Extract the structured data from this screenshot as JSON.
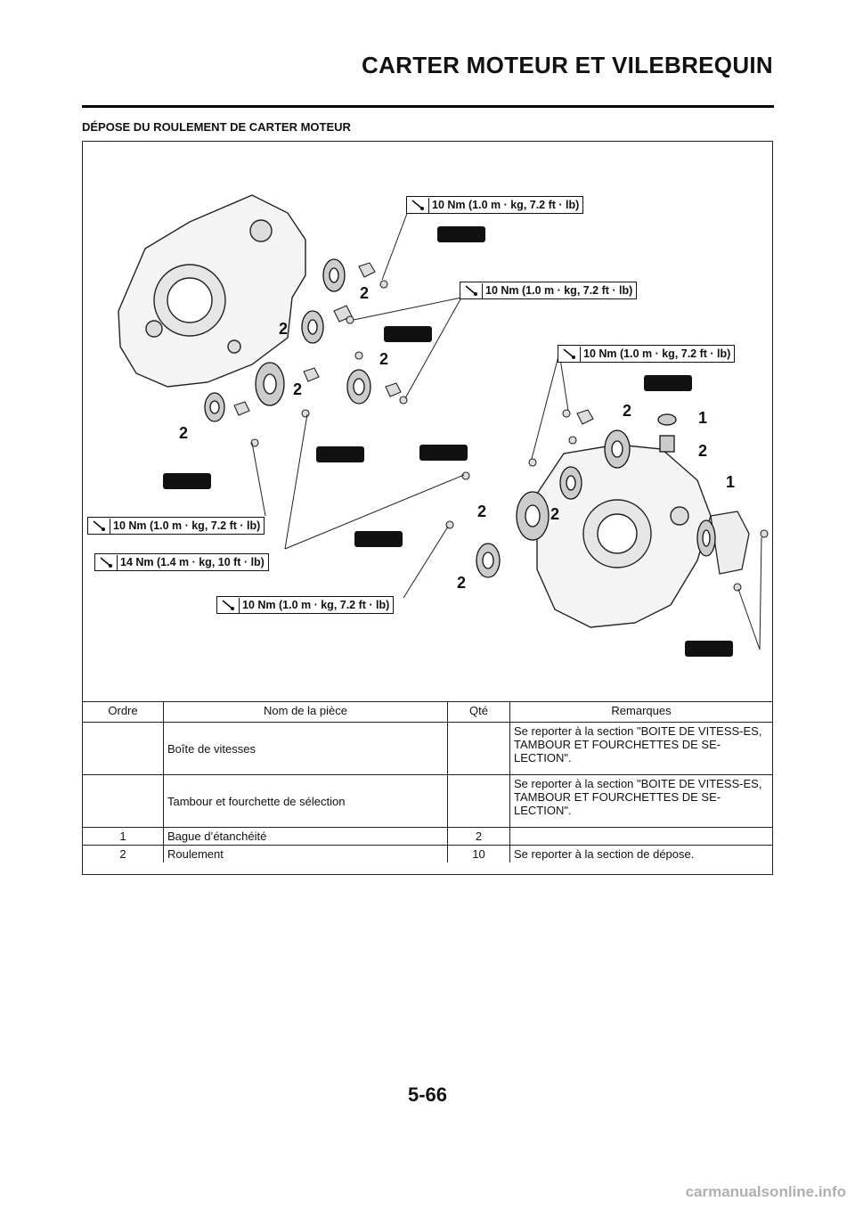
{
  "header": {
    "title": "CARTER MOTEUR ET VILEBREQUIN",
    "section": "DÉPOSE DU ROULEMENT DE CARTER MOTEUR"
  },
  "diagram": {
    "torque_labels": [
      "10 Nm (1.0 m · kg, 7.2 ft · lb)",
      "10 Nm (1.0 m · kg, 7.2 ft · lb)",
      "10 Nm (1.0 m · kg, 7.2 ft · lb)",
      "10 Nm (1.0 m · kg, 7.2 ft · lb)",
      "14 Nm (1.4 m · kg, 10 ft · lb)",
      "10 Nm (1.0 m · kg, 7.2 ft · lb)"
    ],
    "callouts": [
      "2",
      "2",
      "2",
      "2",
      "2",
      "2",
      "1",
      "2",
      "1",
      "2",
      "2",
      "2"
    ]
  },
  "table": {
    "headers": {
      "order": "Ordre",
      "name": "Nom de la pièce",
      "qty": "Qté",
      "remarks": "Remarques"
    },
    "rows": [
      {
        "order": "",
        "name": "Boîte de vitesses",
        "qty": "",
        "remarks": "Se reporter à la section \"BOITE DE VITESS-ES, TAMBOUR ET FOURCHETTES DE SE-LECTION\"."
      },
      {
        "order": "",
        "name": "Tambour et fourchette de sélection",
        "qty": "",
        "remarks": "Se reporter à la section \"BOITE DE VITESS-ES, TAMBOUR ET FOURCHETTES DE SE-LECTION\"."
      },
      {
        "order": "1",
        "name": "Bague d’étanchéité",
        "qty": "2",
        "remarks": ""
      },
      {
        "order": "2",
        "name": "Roulement",
        "qty": "10",
        "remarks": "Se reporter à la section de dépose."
      }
    ]
  },
  "footer": {
    "page_number": "5-66",
    "watermark": "carmanualsonline.info"
  }
}
